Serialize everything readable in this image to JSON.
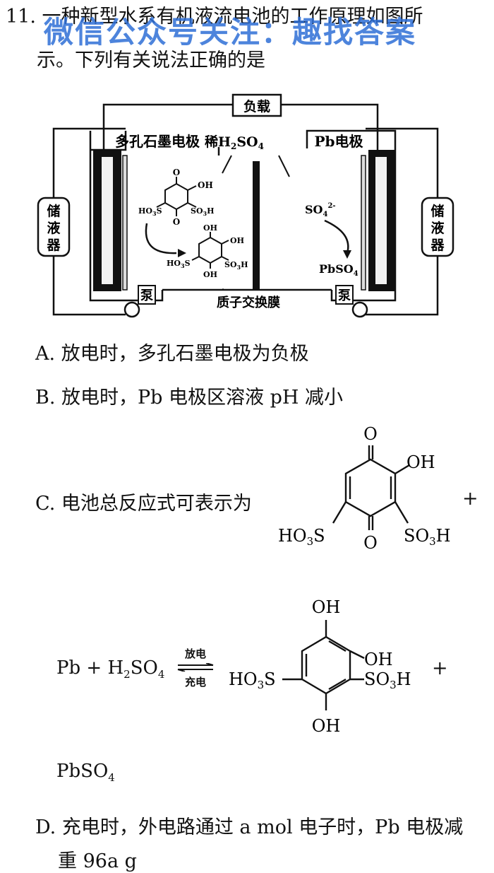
{
  "question": {
    "number": "11.",
    "stem_line1": "一种新型水系有机液流电池的工作原理如图所",
    "stem_line2": "示。下列有关说法正确的是"
  },
  "watermark": "微信公众号关注：趣找答案",
  "diagram": {
    "load": "负载",
    "left_electrode": "多孔石墨电极",
    "middle_solution": "稀H",
    "middle_sub": "2",
    "middle_tail": "SO",
    "middle_sub2": "4",
    "right_electrode": "Pb电极",
    "left_tank": [
      "储",
      "液",
      "器"
    ],
    "right_tank": [
      "储",
      "液",
      "器"
    ],
    "pump": "泵",
    "membrane": "质子交换膜",
    "so4": "SO",
    "so4_sub": "4",
    "so4_sup": "2-",
    "pbso4": "PbSO",
    "pbso4_sub": "4",
    "oh": "OH",
    "o": "O",
    "ho3s": "HO",
    "sub3": "3",
    "s": "S",
    "so3h_a": "SO",
    "so3h_b": "H"
  },
  "options": {
    "A": "A. 放电时，多孔石墨电极为负极",
    "B": "B. 放电时，Pb 电极区溶液 pH 减小",
    "C": "C. 电池总反应式可表示为",
    "C_plus": "+",
    "C_eq_pb": "Pb + H",
    "C_eq_sub": "2",
    "C_eq_so4": "SO",
    "C_eq_sub4": "4",
    "C_arrow_top": "放电",
    "C_arrow_bottom": "充电",
    "C_plus2": "+",
    "C_product": "PbSO",
    "C_product_sub": "4",
    "D_line1": "D. 充电时，外电路通过 a mol 电子时，Pb 电极减",
    "D_line2": "重 96a g"
  }
}
